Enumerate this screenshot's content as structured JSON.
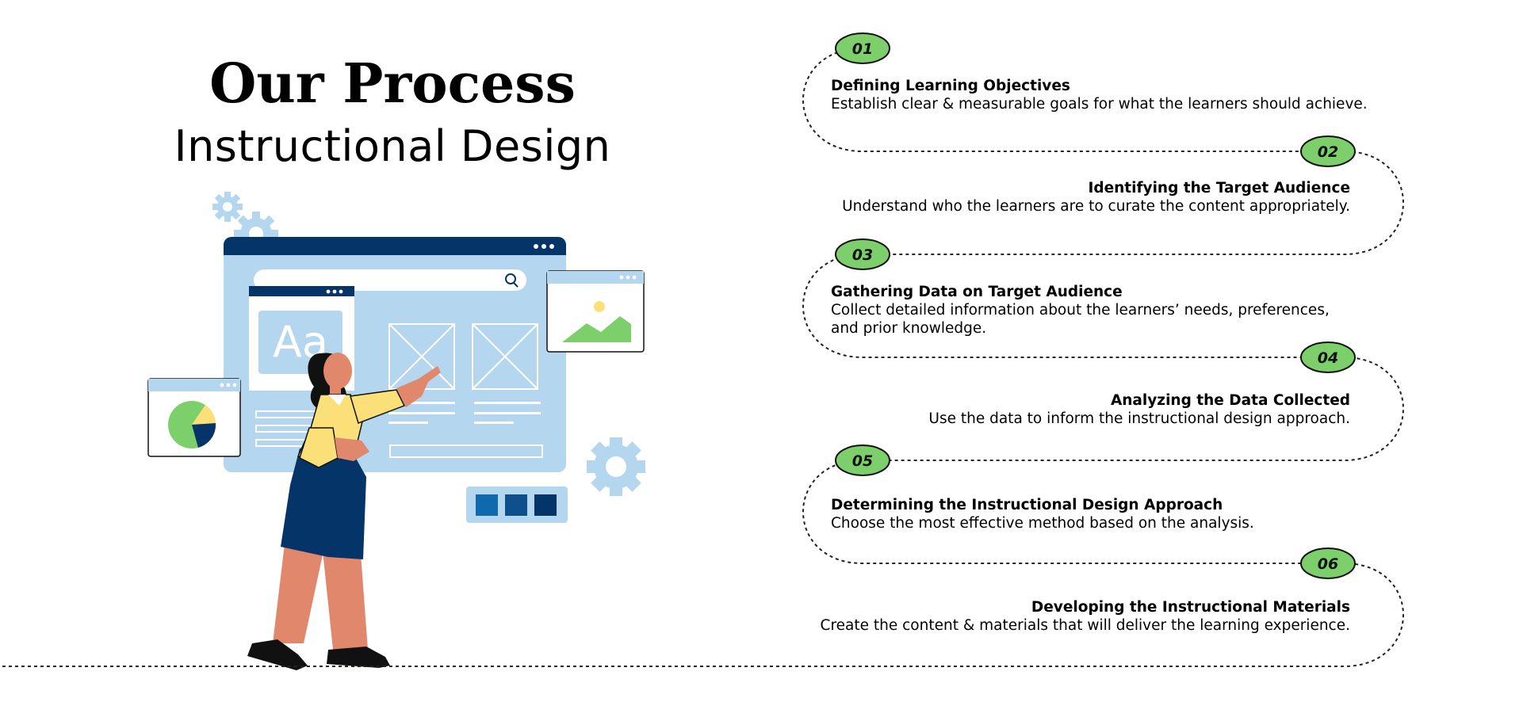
{
  "page": {
    "title": "Our Process",
    "subtitle": "Instructional Design"
  },
  "illustration": {
    "letter_sample": "Aa",
    "icons": [
      "gear-icon",
      "search-icon",
      "image-icon",
      "pie-chart-icon",
      "placeholder-image-icon",
      "presenter-person-icon"
    ]
  },
  "colors": {
    "badge_fill": "#7dcf6b",
    "light_blue": "#b5d6ef",
    "dark_navy": "#053468",
    "skin": "#e0876c",
    "shirt": "#fbe07a",
    "green": "#7dcf6b"
  },
  "steps": [
    {
      "number": "01",
      "title": "Defining Learning Objectives",
      "description": "Establish clear & measurable goals for what the learners should achieve."
    },
    {
      "number": "02",
      "title": "Identifying the Target Audience",
      "description": "Understand who the learners are to curate the content appropriately."
    },
    {
      "number": "03",
      "title": "Gathering Data on Target Audience",
      "description": "Collect detailed information about the learners’ needs, preferences,",
      "description_line2": "and prior knowledge."
    },
    {
      "number": "04",
      "title": "Analyzing the Data Collected",
      "description": "Use the data to inform the instructional design approach."
    },
    {
      "number": "05",
      "title": "Determining the Instructional Design Approach",
      "description": "Choose the most effective method based on the analysis."
    },
    {
      "number": "06",
      "title": "Developing the Instructional Materials",
      "description": "Create the content & materials that will deliver the learning experience."
    }
  ]
}
